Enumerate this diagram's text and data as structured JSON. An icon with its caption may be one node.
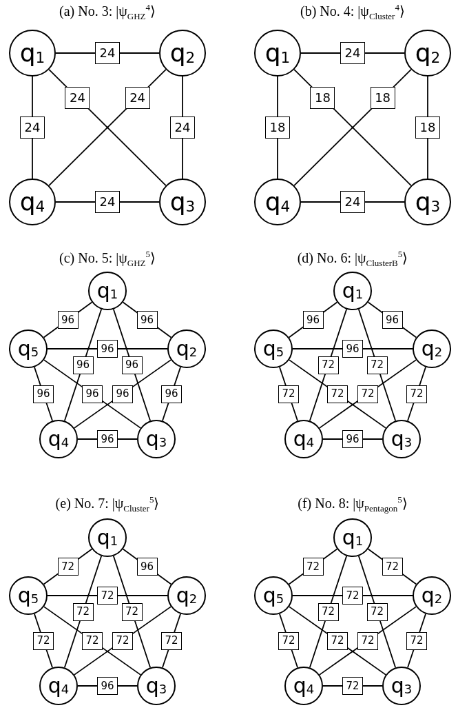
{
  "diagram": {
    "nodes": [
      {
        "text": [
          "q$_{1}$"
        ]
      },
      {
        "text": [
          "q$_{2}$"
        ]
      },
      {
        "text": [
          "q$_{3}$"
        ]
      },
      {
        "text": [
          "q$_{4}$"
        ]
      },
      {
        "text": [
          "q$_{1}$"
        ]
      },
      {
        "text": [
          "q$_{2}$"
        ]
      },
      {
        "text": [
          "q$_{3}$"
        ]
      },
      {
        "text": [
          "q$_{4}$"
        ]
      },
      {
        "text": [
          "q$_{1}$"
        ]
      },
      {
        "text": [
          "q$_{2}$"
        ]
      },
      {
        "text": [
          "q$_{3}$"
        ]
      },
      {
        "text": [
          "q$_{4}$"
        ]
      },
      {
        "text": [
          "q$_{5}$"
        ]
      },
      {
        "text": [
          "q$_{1}$"
        ]
      },
      {
        "text": [
          "q$_{2}$"
        ]
      },
      {
        "text": [
          "q$_{3}$"
        ]
      },
      {
        "text": [
          "q$_{4}$"
        ]
      },
      {
        "text": [
          "q$_{5}$"
        ]
      },
      {
        "text": [
          "q$_{1}$"
        ]
      },
      {
        "text": [
          "q$_{2}$"
        ]
      },
      {
        "text": [
          "q$_{3}$"
        ]
      },
      {
        "text": [
          "q$_{4}$"
        ]
      },
      {
        "text": [
          "q$_{5}$"
        ]
      },
      {
        "text": [
          "q$_{1}$"
        ]
      },
      {
        "text": [
          "q$_{2}$"
        ]
      },
      {
        "text": [
          "q$_{3}$"
        ]
      },
      {
        "text": [
          "q$_{4}$"
        ]
      },
      {
        "text": [
          "q$_{5}$"
        ]
      }
    ],
    "edges": [
      {
        "from": 0,
        "to": 1,
        "arrow": "none",
        "label": "24"
      },
      {
        "from": 0,
        "to": 2,
        "arrow": "none",
        "label": "24"
      },
      {
        "from": 1,
        "to": 3,
        "arrow": "none",
        "label": "24"
      },
      {
        "from": 0,
        "to": 3,
        "arrow": "none",
        "label": "24"
      },
      {
        "from": 1,
        "to": 2,
        "arrow": "none",
        "label": "24"
      },
      {
        "from": 3,
        "to": 2,
        "arrow": "none",
        "label": "24"
      },
      {
        "from": 4,
        "to": 5,
        "arrow": "none",
        "label": "24"
      },
      {
        "from": 4,
        "to": 6,
        "arrow": "none",
        "label": "18"
      },
      {
        "from": 5,
        "to": 7,
        "arrow": "none",
        "label": "18"
      },
      {
        "from": 4,
        "to": 7,
        "arrow": "none",
        "label": "18"
      },
      {
        "from": 5,
        "to": 6,
        "arrow": "none",
        "label": "18"
      },
      {
        "from": 7,
        "to": 6,
        "arrow": "none",
        "label": "24"
      },
      {
        "from": 8,
        "to": 12,
        "arrow": "none",
        "label": "96"
      },
      {
        "from": 8,
        "to": 9,
        "arrow": "none",
        "label": "96"
      },
      {
        "from": 12,
        "to": 9,
        "arrow": "none",
        "label": "96"
      },
      {
        "from": 8,
        "to": 11,
        "arrow": "none",
        "label": "96"
      },
      {
        "from": 8,
        "to": 10,
        "arrow": "none",
        "label": "96"
      },
      {
        "from": 12,
        "to": 11,
        "arrow": "none",
        "label": "96"
      },
      {
        "from": 12,
        "to": 10,
        "arrow": "none",
        "label": "96"
      },
      {
        "from": 9,
        "to": 11,
        "arrow": "none",
        "label": "96"
      },
      {
        "from": 9,
        "to": 10,
        "arrow": "none",
        "label": "96"
      },
      {
        "from": 11,
        "to": 10,
        "arrow": "none",
        "label": "96"
      },
      {
        "from": 13,
        "to": 17,
        "arrow": "none",
        "label": "96"
      },
      {
        "from": 13,
        "to": 14,
        "arrow": "none",
        "label": "96"
      },
      {
        "from": 17,
        "to": 14,
        "arrow": "none",
        "label": "96"
      },
      {
        "from": 13,
        "to": 16,
        "arrow": "none",
        "label": "72"
      },
      {
        "from": 13,
        "to": 15,
        "arrow": "none",
        "label": "72"
      },
      {
        "from": 17,
        "to": 16,
        "arrow": "none",
        "label": "72"
      },
      {
        "from": 17,
        "to": 15,
        "arrow": "none",
        "label": "72"
      },
      {
        "from": 14,
        "to": 16,
        "arrow": "none",
        "label": "72"
      },
      {
        "from": 14,
        "to": 15,
        "arrow": "none",
        "label": "72"
      },
      {
        "from": 16,
        "to": 15,
        "arrow": "none",
        "label": "96"
      },
      {
        "from": 18,
        "to": 22,
        "arrow": "none",
        "label": "72"
      },
      {
        "from": 18,
        "to": 19,
        "arrow": "none",
        "label": "96"
      },
      {
        "from": 22,
        "to": 19,
        "arrow": "none",
        "label": "72"
      },
      {
        "from": 18,
        "to": 21,
        "arrow": "none",
        "label": "72"
      },
      {
        "from": 18,
        "to": 20,
        "arrow": "none",
        "label": "72"
      },
      {
        "from": 22,
        "to": 21,
        "arrow": "none",
        "label": "72"
      },
      {
        "from": 22,
        "to": 20,
        "arrow": "none",
        "label": "72"
      },
      {
        "from": 19,
        "to": 21,
        "arrow": "none",
        "label": "72"
      },
      {
        "from": 19,
        "to": 20,
        "arrow": "none",
        "label": "72"
      },
      {
        "from": 21,
        "to": 20,
        "arrow": "none",
        "label": "96"
      },
      {
        "from": 23,
        "to": 27,
        "arrow": "none",
        "label": "72"
      },
      {
        "from": 23,
        "to": 24,
        "arrow": "none",
        "label": "72"
      },
      {
        "from": 27,
        "to": 24,
        "arrow": "none",
        "label": "72"
      },
      {
        "from": 23,
        "to": 26,
        "arrow": "none",
        "label": "72"
      },
      {
        "from": 23,
        "to": 25,
        "arrow": "none",
        "label": "72"
      },
      {
        "from": 27,
        "to": 26,
        "arrow": "none",
        "label": "72"
      },
      {
        "from": 27,
        "to": 25,
        "arrow": "none",
        "label": "72"
      },
      {
        "from": 24,
        "to": 26,
        "arrow": "none",
        "label": "72"
      },
      {
        "from": 24,
        "to": 25,
        "arrow": "none",
        "label": "72"
      },
      {
        "from": 26,
        "to": 25,
        "arrow": "none",
        "label": "72"
      }
    ],
    "labels": [
      "(a) No. 3: |ψ$_{GHZ}$$^{4}$⟩",
      "(b) No. 4: |ψ$_{Cluster}$$^{4}$⟩",
      "(c) No. 5: |ψ$_{GHZ}$$^{5}$⟩",
      "(d) No. 6: |ψ$_{Cluster}$$_{B}$$^{5}$⟩",
      "(e) No. 7: |ψ$_{Cluster}$$^{5}$⟩",
      "(f) No. 8: |ψ$_{Pentagon}$$^{5}$⟩"
    ]
  }
}
